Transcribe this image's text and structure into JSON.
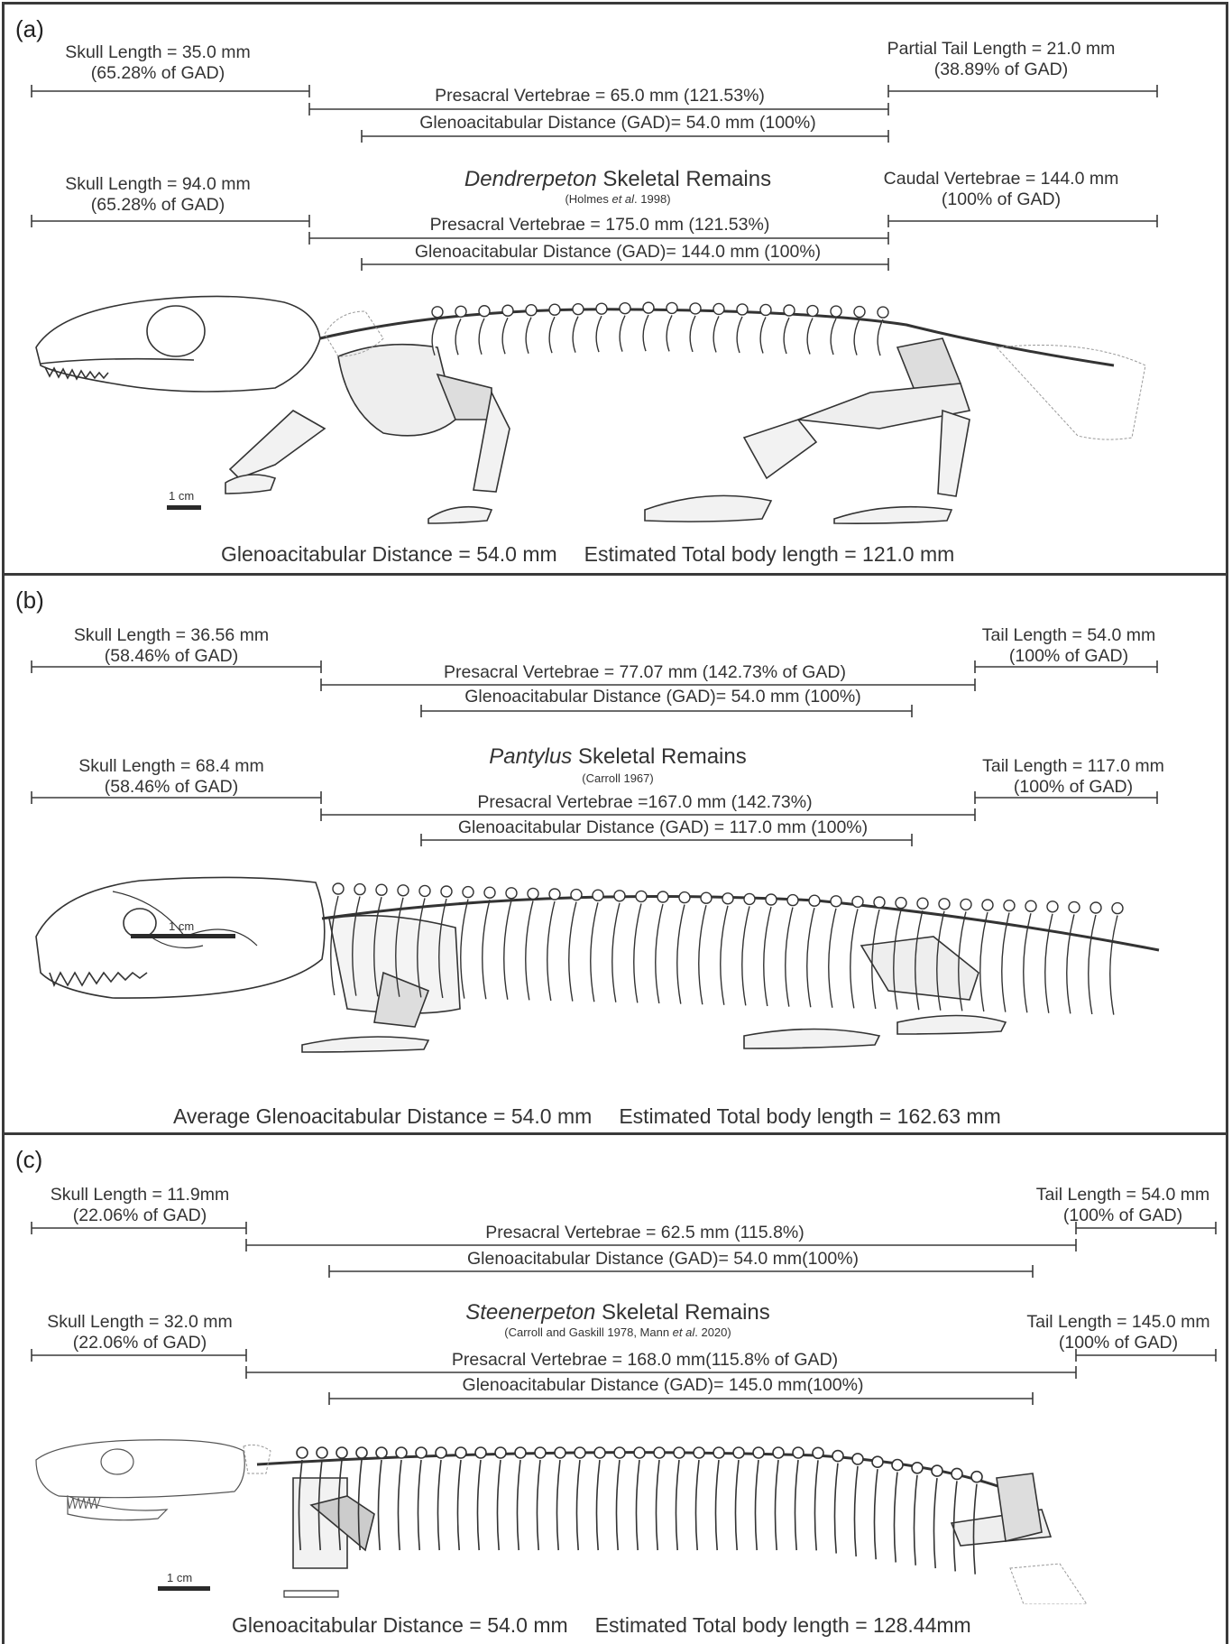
{
  "panel_a": {
    "label": "(a)",
    "row1": {
      "skull": [
        "Skull Length = 35.0 mm",
        "(65.28% of GAD)"
      ],
      "presacral": "Presacral Vertebrae = 65.0 mm (121.53%)",
      "gad": "Glenoacitabular Distance (GAD)= 54.0 mm (100%)",
      "tail": [
        "Partial Tail Length = 21.0 mm",
        "(38.89% of GAD)"
      ]
    },
    "title_italic": "Dendrerpeton",
    "title_rest": " Skeletal Remains",
    "citation_pre": "(Holmes ",
    "citation_italic": "et al",
    "citation_post": ". 1998)",
    "row2": {
      "skull": [
        "Skull Length = 94.0 mm",
        "(65.28% of GAD)"
      ],
      "presacral": "Presacral Vertebrae = 175.0 mm (121.53%)",
      "gad": "Glenoacitabular Distance (GAD)= 144.0 mm (100%)",
      "tail": [
        "Caudal Vertebrae = 144.0 mm",
        "(100% of GAD)"
      ]
    },
    "scale": "1 cm",
    "footer": [
      "Glenoacitabular Distance = 54.0 mm",
      "Estimated Total body length = 121.0 mm"
    ]
  },
  "panel_b": {
    "label": "(b)",
    "row1": {
      "skull": [
        "Skull Length = 36.56 mm",
        "(58.46% of GAD)"
      ],
      "presacral": "Presacral Vertebrae = 77.07 mm (142.73% of GAD)",
      "gad": "Glenoacitabular Distance (GAD)= 54.0 mm (100%)",
      "tail": [
        "Tail Length = 54.0 mm",
        "(100% of GAD)"
      ]
    },
    "title_italic": "Pantylus",
    "title_rest": " Skeletal Remains",
    "citation": "(Carroll 1967)",
    "row2": {
      "skull": [
        "Skull Length = 68.4 mm",
        "(58.46% of GAD)"
      ],
      "presacral": "Presacral Vertebrae =167.0 mm (142.73%)",
      "gad": "Glenoacitabular Distance (GAD) = 117.0 mm (100%)",
      "tail": [
        "Tail Length = 117.0 mm",
        "(100% of GAD)"
      ]
    },
    "scale": "1 cm",
    "footer": [
      "Average Glenoacitabular Distance = 54.0 mm",
      "Estimated Total body length = 162.63 mm"
    ]
  },
  "panel_c": {
    "label": "(c)",
    "row1": {
      "skull": [
        "Skull Length = 11.9mm",
        "(22.06% of GAD)"
      ],
      "presacral": "Presacral Vertebrae = 62.5 mm (115.8%)",
      "gad": "Glenoacitabular Distance (GAD)= 54.0 mm(100%)",
      "tail": [
        "Tail Length = 54.0 mm",
        "(100% of GAD)"
      ]
    },
    "title_italic": "Steenerpeton",
    "title_rest": " Skeletal Remains",
    "citation_pre": "(Carroll and Gaskill 1978, Mann ",
    "citation_italic": "et al",
    "citation_post": ". 2020)",
    "row2": {
      "skull": [
        "Skull Length = 32.0 mm",
        "(22.06% of GAD)"
      ],
      "presacral": "Presacral Vertebrae = 168.0 mm(115.8% of GAD)",
      "gad": "Glenoacitabular Distance (GAD)= 145.0 mm(100%)",
      "tail": [
        "Tail Length = 145.0 mm",
        "(100% of GAD)"
      ]
    },
    "scale": "1 cm",
    "footer": [
      "Glenoacitabular Distance = 54.0 mm",
      "Estimated Total body length = 128.44mm"
    ]
  }
}
